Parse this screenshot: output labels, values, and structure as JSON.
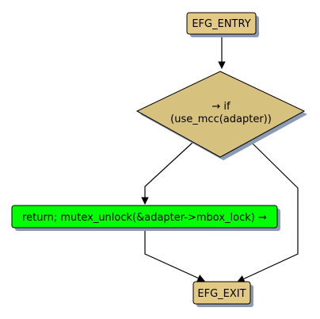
{
  "diagram": {
    "colors": {
      "terminal_fill": "#e2c984",
      "decision_fill": "#d6c27e",
      "action_fill": "#00ff00",
      "shadow": "#8c9bb4",
      "stroke": "#000000"
    },
    "nodes": {
      "entry": {
        "label": "EFG_ENTRY"
      },
      "decision": {
        "line1": "→ if",
        "line2": "(use_mcc(adapter))"
      },
      "action": {
        "label": "return; mutex_unlock(&adapter->mbox_lock) →"
      },
      "exit": {
        "label": "EFG_EXIT"
      }
    }
  }
}
